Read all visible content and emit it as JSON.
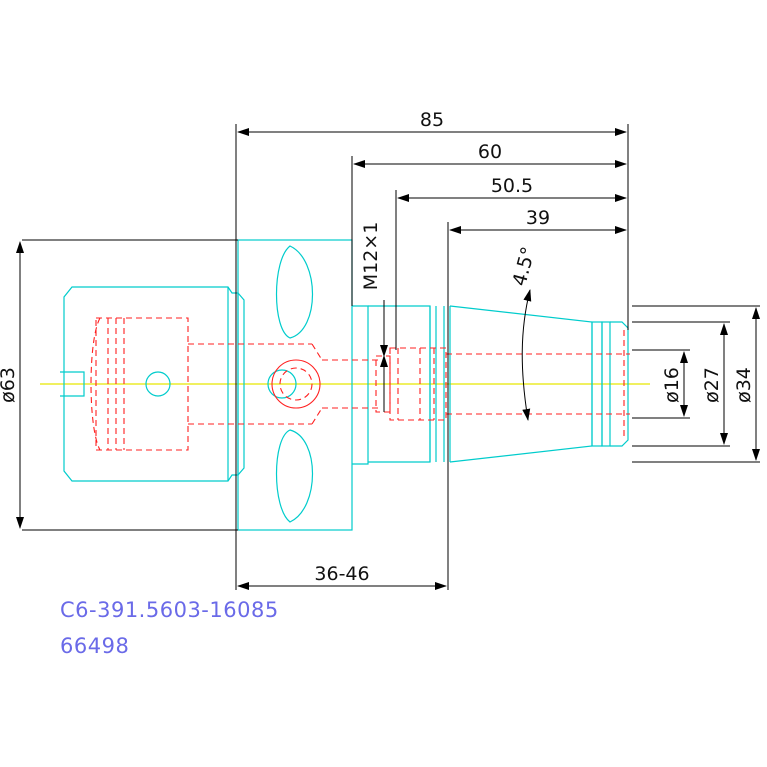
{
  "colors": {
    "outline": "#00cccc",
    "hidden": "#ff2020",
    "centerline": "#e8e800",
    "dimension": "#000000",
    "part_text": "#6a6ae8"
  },
  "dimensions": {
    "len_85": "85",
    "len_60": "60",
    "len_50_5": "50.5",
    "len_39": "39",
    "len_36_46": "36-46",
    "thread": "M12×1",
    "angle": "4.5°",
    "dia_63": "ø63",
    "dia_16": "ø16",
    "dia_27": "ø27",
    "dia_34": "ø34"
  },
  "part": {
    "number": "C6-391.5603-16085",
    "code": "66498"
  }
}
